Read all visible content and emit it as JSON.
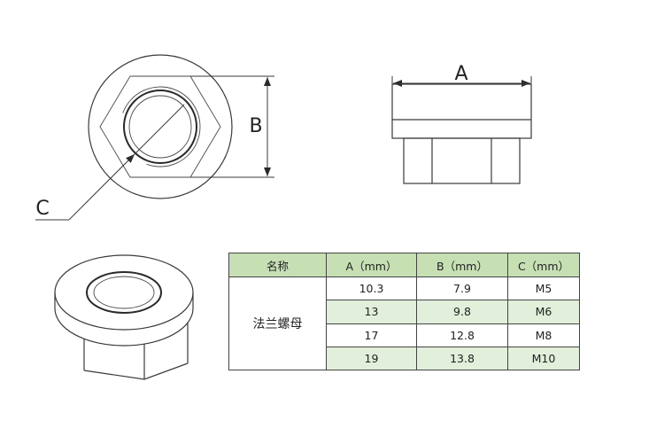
{
  "drawing": {
    "front_view": {
      "dim_b_label": "B",
      "dim_c_label": "C"
    },
    "side_view": {
      "dim_a_label": "A"
    }
  },
  "table": {
    "headers": [
      "名称",
      "A（mm）",
      "B（mm）",
      "C（mm）"
    ],
    "name": "法兰螺母",
    "rows": [
      {
        "a": "10.3",
        "b": "7.9",
        "c": "M5"
      },
      {
        "a": "13",
        "b": "9.8",
        "c": "M6"
      },
      {
        "a": "17",
        "b": "12.8",
        "c": "M8"
      },
      {
        "a": "19",
        "b": "13.8",
        "c": "M10"
      }
    ]
  }
}
